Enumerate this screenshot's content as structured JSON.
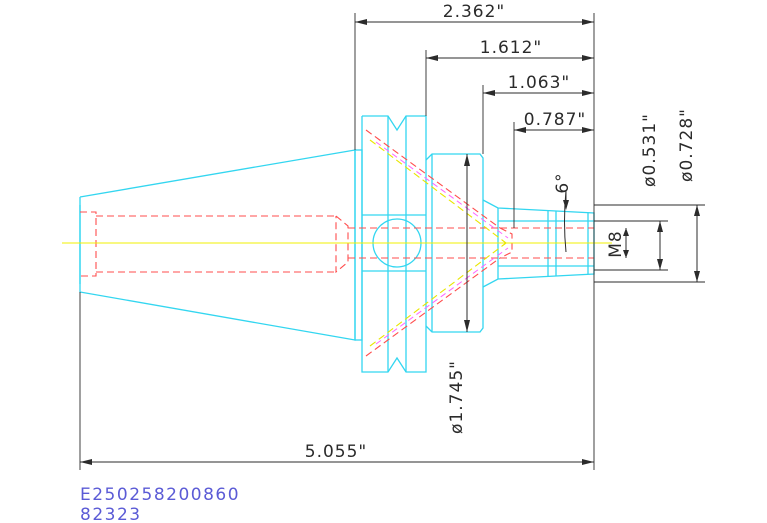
{
  "dimensions": {
    "overall_length": "5.055\"",
    "length_a": "2.362\"",
    "length_b": "1.612\"",
    "length_c": "1.063\"",
    "length_d": "0.787\"",
    "taper_angle": "6°",
    "bore_small": "ø0.531\"",
    "bore_large": "ø0.728\"",
    "thread": "M8",
    "flange_diameter": "ø1.745\""
  },
  "notes": {
    "part_number": "E250258200860",
    "code": "82323"
  },
  "colors": {
    "outline": "#33d6f0",
    "hidden": "#ff4d4d",
    "centerline": "#f2f000",
    "dimension": "#2b2b2b",
    "note": "#5b5bd6"
  }
}
